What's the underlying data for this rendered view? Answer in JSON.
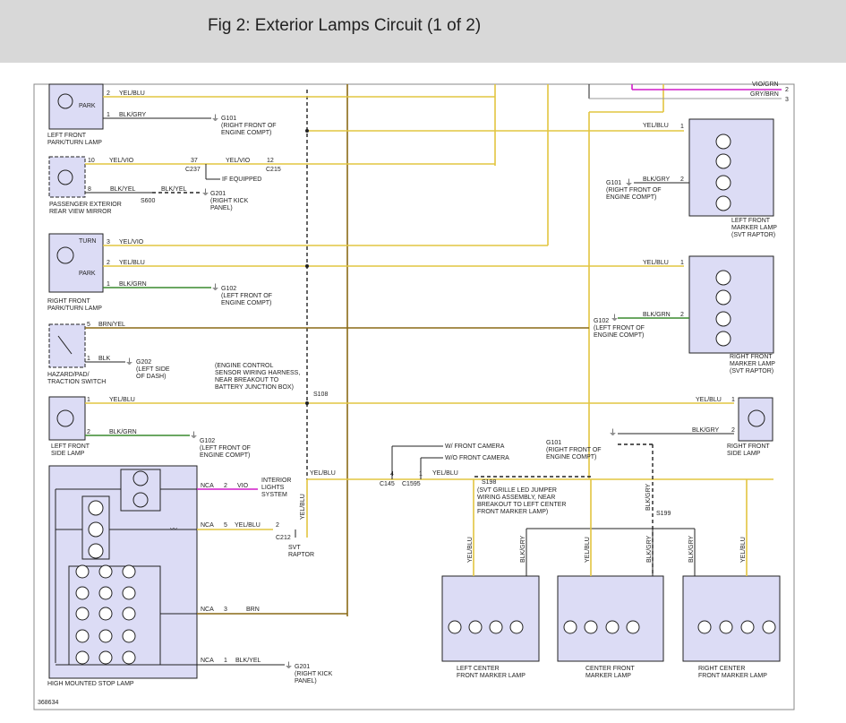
{
  "title": "Fig 2: Exterior Lamps Circuit (1 of 2)",
  "figure_id": "368634",
  "components": {
    "lf_park_turn": "LEFT FRONT\nPARK/TURN LAMP",
    "pass_mirror": "PASSENGER EXTERIOR\nREAR VIEW MIRROR",
    "rf_park_turn": "RIGHT FRONT\nPARK/TURN LAMP",
    "hazard": "HAZARD/PAD/\nTRACTION SWITCH",
    "lf_side": "LEFT FRONT\nSIDE LAMP",
    "high_stop": "HIGH MOUNTED STOP LAMP",
    "lf_marker": "LEFT FRONT\nMARKER LAMP\n(SVT RAPTOR)",
    "rf_marker": "RIGHT FRONT\nMARKER LAMP\n(SVT RAPTOR)",
    "rf_side": "RIGHT FRONT\nSIDE LAMP",
    "lc_marker": "LEFT CENTER\nFRONT MARKER LAMP",
    "c_marker": "CENTER FRONT\nMARKER LAMP",
    "rc_marker": "RIGHT CENTER\nFRONT MARKER LAMP"
  },
  "grounds": {
    "g101_a": "G101\n(RIGHT FRONT OF\nENGINE COMPT)",
    "g201_a": "G201\n(RIGHT KICK\nPANEL)",
    "g102_a": "G102\n(LEFT FRONT OF\nENGINE COMPT)",
    "g202": "G202\n(LEFT SIDE\nOF DASH)",
    "g102_b": "G102\n(LEFT FRONT OF\nENGINE COMPT)",
    "g201_b": "G201\n(RIGHT KICK\nPANEL)",
    "g101_r": "G101\n(RIGHT FRONT OF\nENGINE COMPT)",
    "g102_r": "G102\n(LEFT FRONT OF\nENGINE COMPT)",
    "g101_side": "G101\n(RIGHT FRONT OF\nENGINE COMPT)"
  },
  "wires": {
    "yel_blu": "YEL/BLU",
    "blk_gry": "BLK/GRY",
    "yel_vio": "YEL/VIO",
    "blk_yel": "BLK/YEL",
    "blk_grn": "BLK/GRN",
    "brn_yel": "BRN/YEL",
    "blk": "BLK",
    "vio": "VIO",
    "brn": "BRN",
    "gry_brn": "GRY/BRN",
    "vio_grn": "VIO/GRN"
  },
  "connectors": {
    "c237": "C237",
    "c215": "C215",
    "c212": "C212",
    "c145": "C145",
    "c1595": "C1595",
    "s600": "S600",
    "s108": "S108",
    "s198": "S198",
    "s199": "S199",
    "nca": "NCA"
  },
  "notes": {
    "if_equipped": "IF EQUIPPED",
    "parking": "PARK",
    "turn": "TURN",
    "ecs_harness": "(ENGINE CONTROL\nSENSOR WIRING HARNESS,\nNEAR BREAKOUT TO\nBATTERY JUNCTION BOX)",
    "interior_lights": "INTERIOR\nLIGHTS\nSYSTEM",
    "svt_raptor": "SVT\nRAPTOR",
    "w_front_camera": "W/ FRONT CAMERA",
    "wo_front_camera": "W/O FRONT CAMERA",
    "s198_note": "(SVT GRILLE LED JUMPER\nWIRING ASSEMBLY, NEAR\nBREAKOUT TO LEFT CENTER\nFRONT MARKER LAMP)"
  },
  "pins": {
    "p1": "1",
    "p2": "2",
    "p3": "3",
    "p4": "4",
    "p5": "5",
    "p8": "8",
    "p10": "10",
    "p12": "12",
    "p37": "37"
  },
  "colors": {
    "header_bg": "#d8d8d8",
    "component_fill": "#dcdcf5",
    "yellow_wire": "#e2c540",
    "green_wire": "#3a8a2e",
    "brown_wire": "#8a6a16",
    "violet_wire": "#d01cc8"
  }
}
